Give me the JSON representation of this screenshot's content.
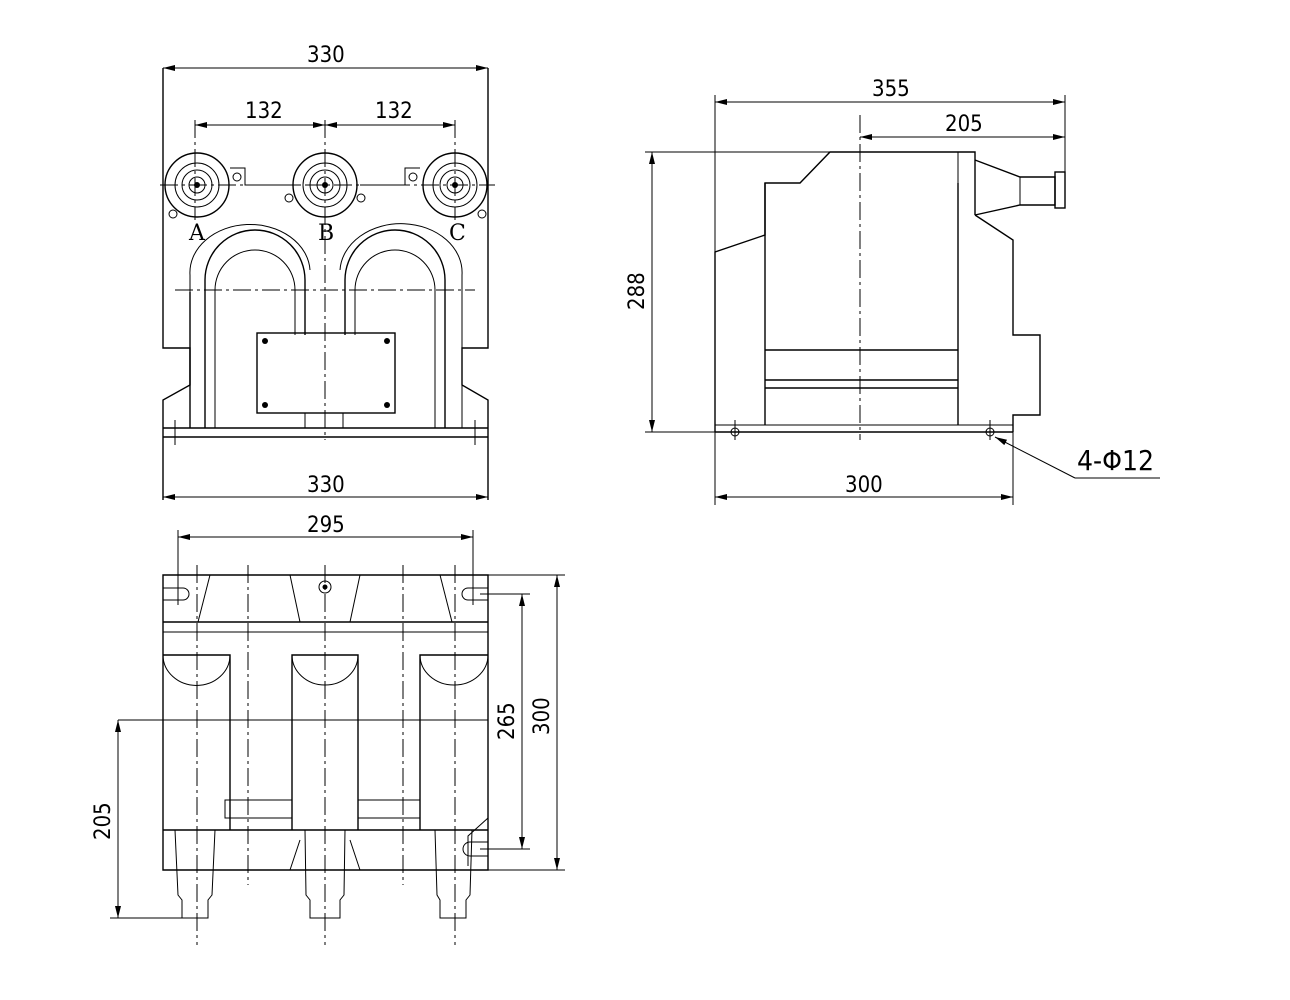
{
  "front_view": {
    "overall_width_top": "330",
    "phase_spacing_left": "132",
    "phase_spacing_right": "132",
    "overall_width_bottom": "330",
    "phase_labels": [
      "A",
      "B",
      "C"
    ]
  },
  "side_view": {
    "overall_length": "355",
    "terminal_offset": "205",
    "height": "288",
    "base_length": "300",
    "mounting_holes": "4-Φ12"
  },
  "top_view": {
    "mounting_span": "295",
    "overall_depth": "300",
    "hole_spacing": "265",
    "terminal_depth": "205"
  }
}
